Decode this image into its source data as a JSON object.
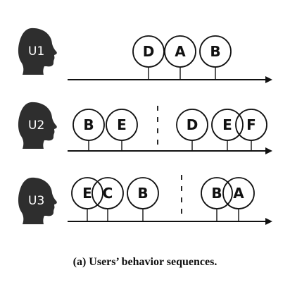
{
  "users": [
    {
      "label": "U1",
      "events": [
        "D",
        "A",
        "B"
      ],
      "separator": false
    },
    {
      "label": "U2",
      "events": [
        "B",
        "E",
        "D",
        "E",
        "F"
      ],
      "separator": true
    },
    {
      "label": "U3",
      "events": [
        "E",
        "C",
        "B",
        "B",
        "A"
      ],
      "separator": true
    }
  ],
  "caption": "(a) Users’ behavior sequences."
}
